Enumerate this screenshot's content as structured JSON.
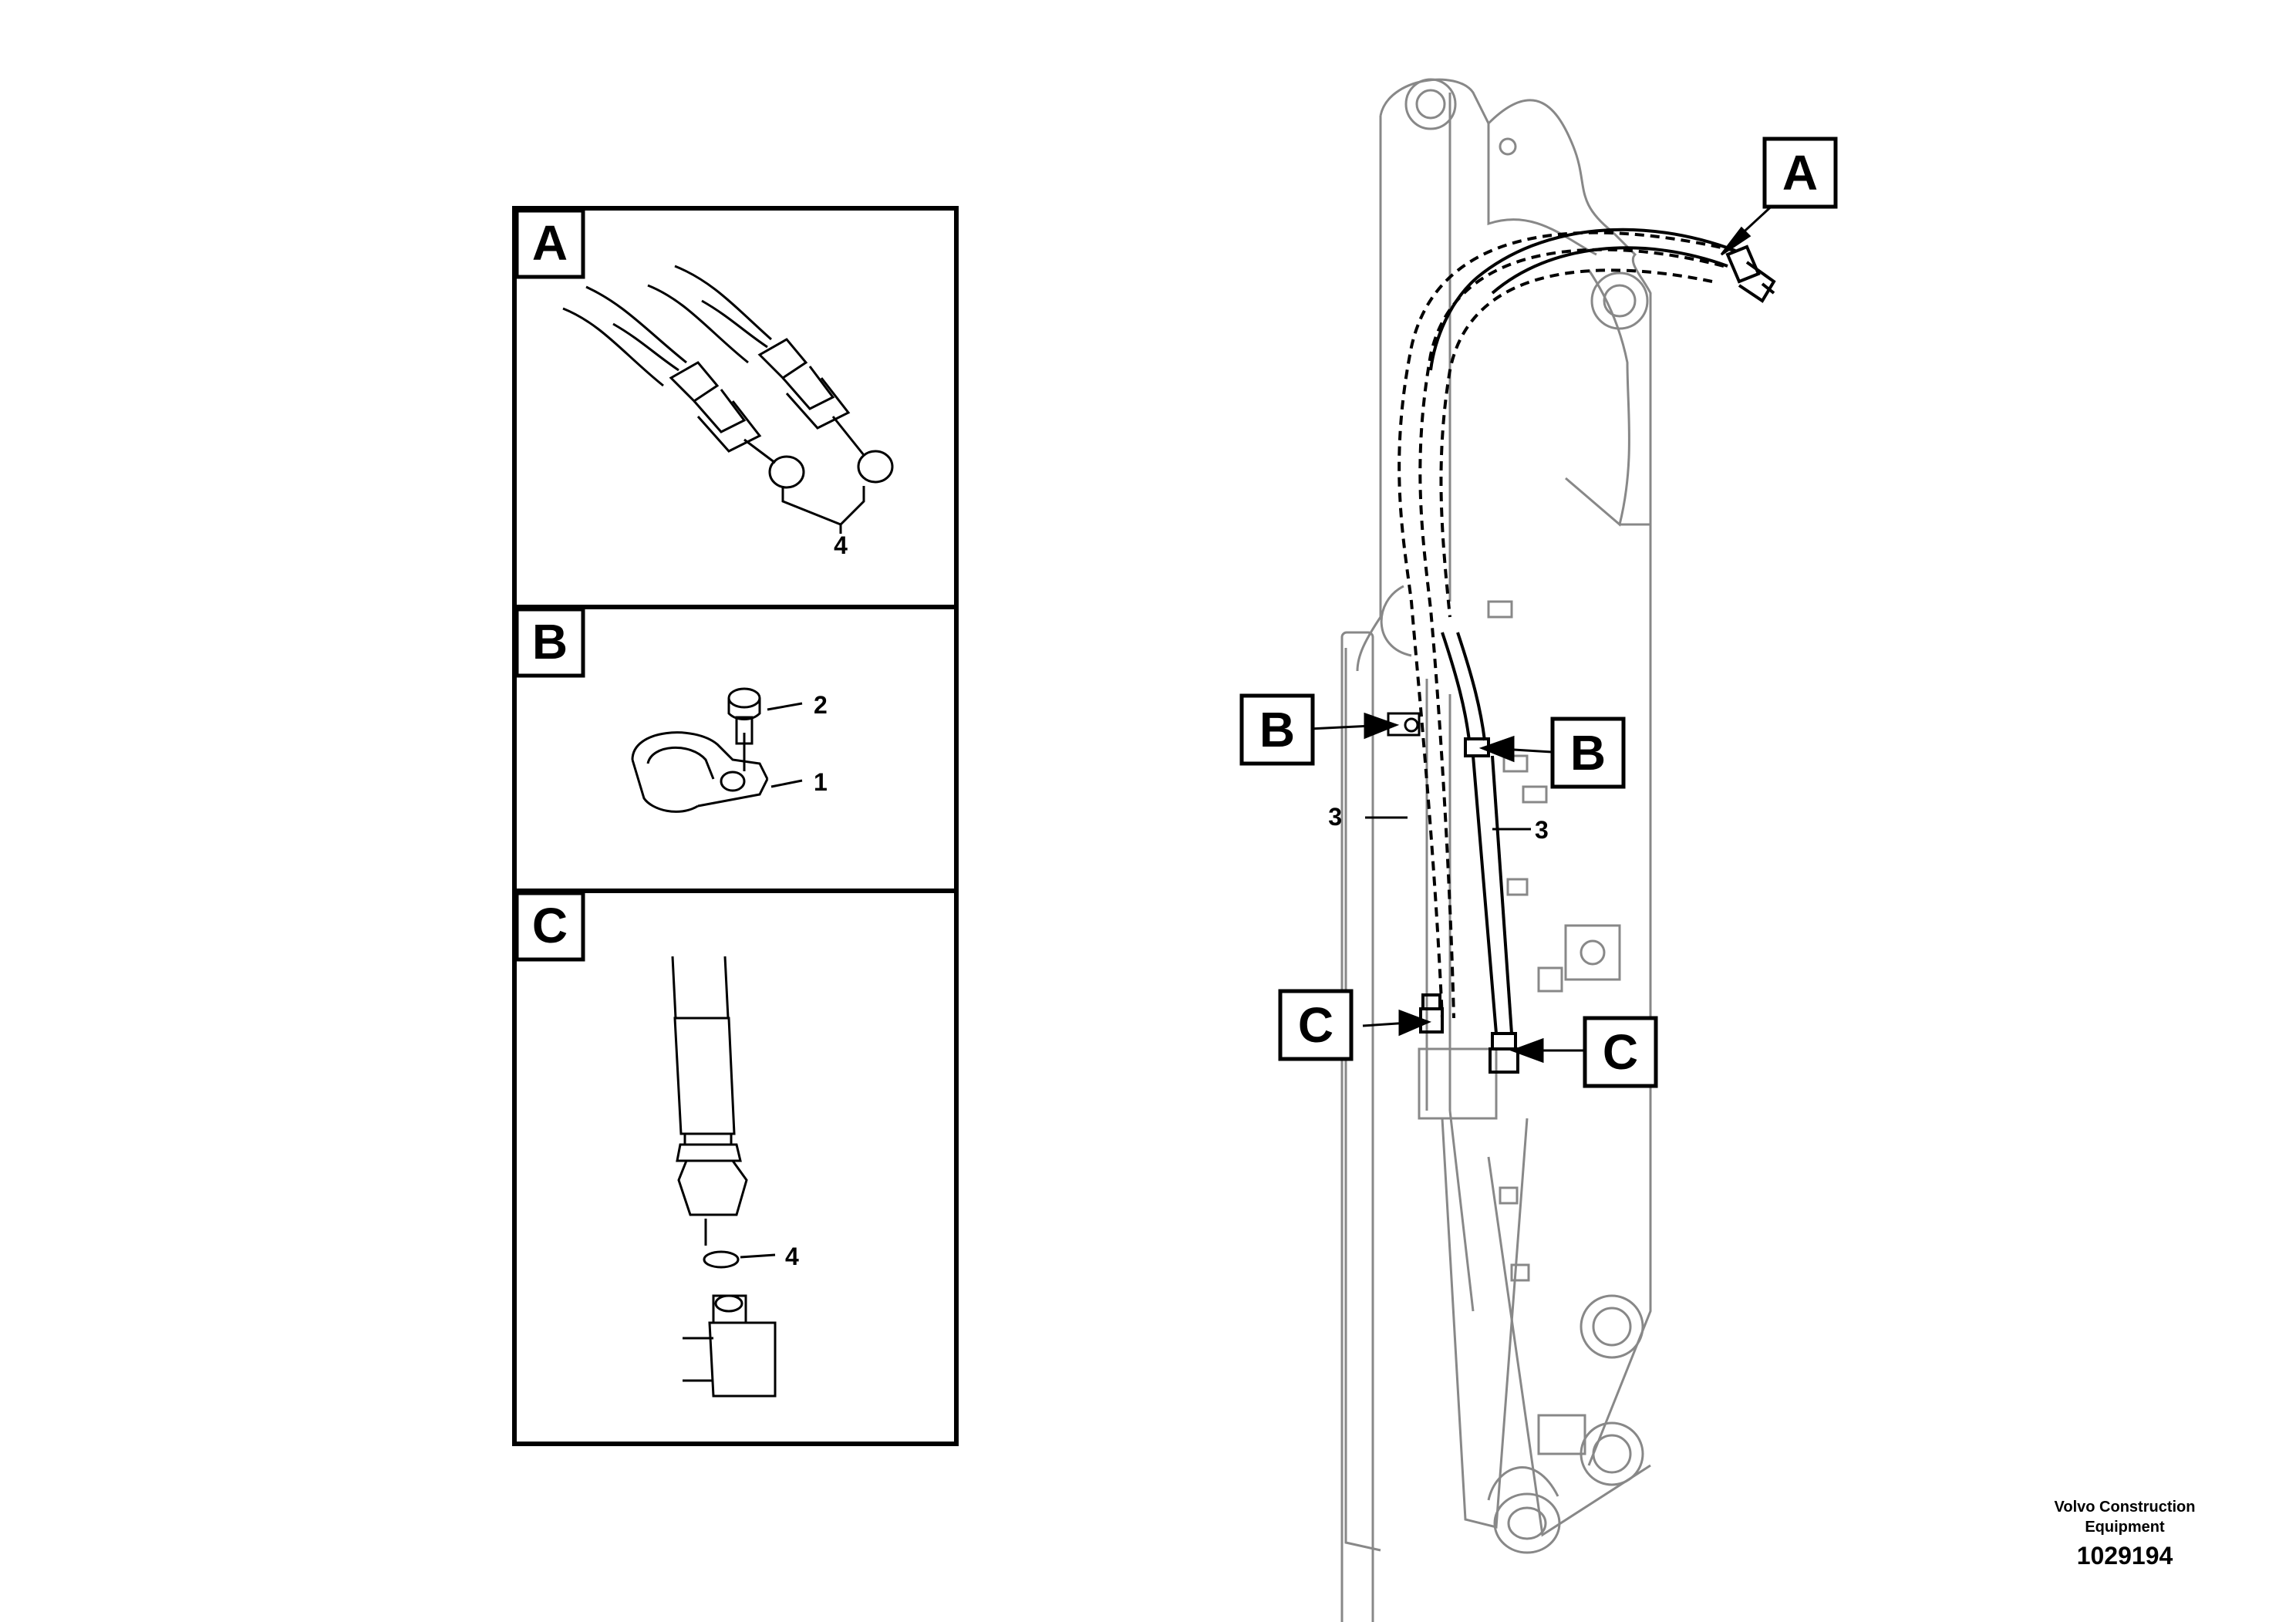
{
  "detail_panels": [
    {
      "letter": "A",
      "parts": [
        "4"
      ]
    },
    {
      "letter": "B",
      "parts": [
        "2",
        "1"
      ]
    },
    {
      "letter": "C",
      "parts": [
        "4"
      ]
    }
  ],
  "main_callouts": {
    "a": "A",
    "b_left": "B",
    "b_right": "B",
    "c_left": "C",
    "c_right": "C",
    "hose_left": "3",
    "hose_right": "3"
  },
  "credit": {
    "line1": "Volvo Construction",
    "line2": "Equipment",
    "drawing_id": "1029194"
  },
  "colors": {
    "line": "#000000",
    "background": "#ffffff"
  }
}
